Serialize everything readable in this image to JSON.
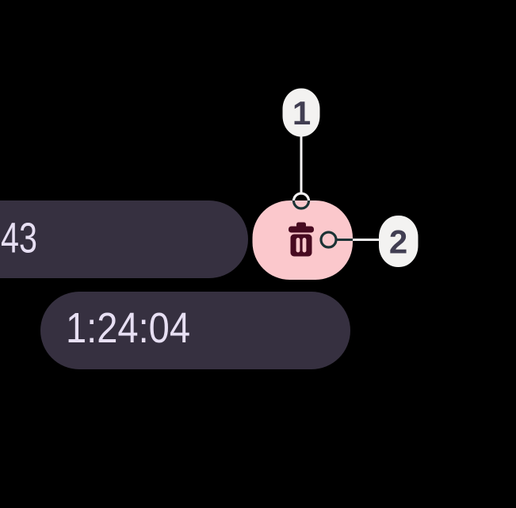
{
  "chips": {
    "partial_time": "43",
    "duration": "1:24:04"
  },
  "delete_button": {
    "icon": "trash-icon"
  },
  "callouts": [
    {
      "label": "1"
    },
    {
      "label": "2"
    }
  ],
  "colors": {
    "background": "#000000",
    "chip_bg": "#363040",
    "chip_text": "#E7DFF3",
    "delete_button_bg": "#FBC8CC",
    "delete_icon": "#470A20",
    "callout_bg": "#F3F2F1",
    "callout_text": "#413E52",
    "connector_light": "#F5F3F4",
    "connector_dark": "#1C3335"
  }
}
